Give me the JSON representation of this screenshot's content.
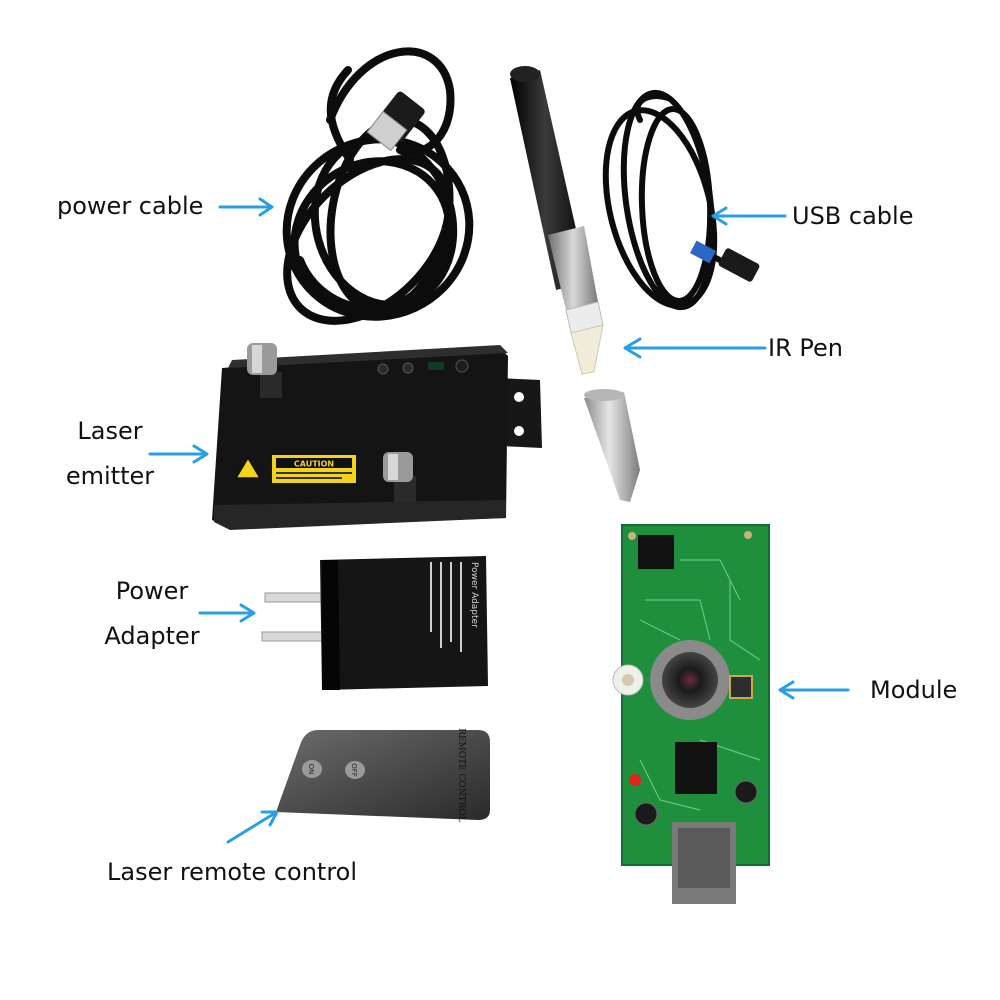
{
  "labels": {
    "power_cable": "power cable",
    "usb_cable": "USB cable",
    "ir_pen": "IR Pen",
    "laser_emitter_line1": "Laser",
    "laser_emitter_line2": "emitter",
    "power_adapter_line1": "Power",
    "power_adapter_line2": "Adapter",
    "module": "Module",
    "laser_remote_control": "Laser remote control"
  },
  "printed_markings": {
    "caution": "CAUTION",
    "remote_on": "ON",
    "remote_off": "OFF",
    "remote_brand": "REMOTE CONTROL",
    "adapter_title": "Power Adapter"
  },
  "colors": {
    "arrow": "#2a9fe0",
    "device_black": "#141414",
    "pcb_green": "#1f8f3e",
    "caution_yellow": "#f3d21a"
  }
}
